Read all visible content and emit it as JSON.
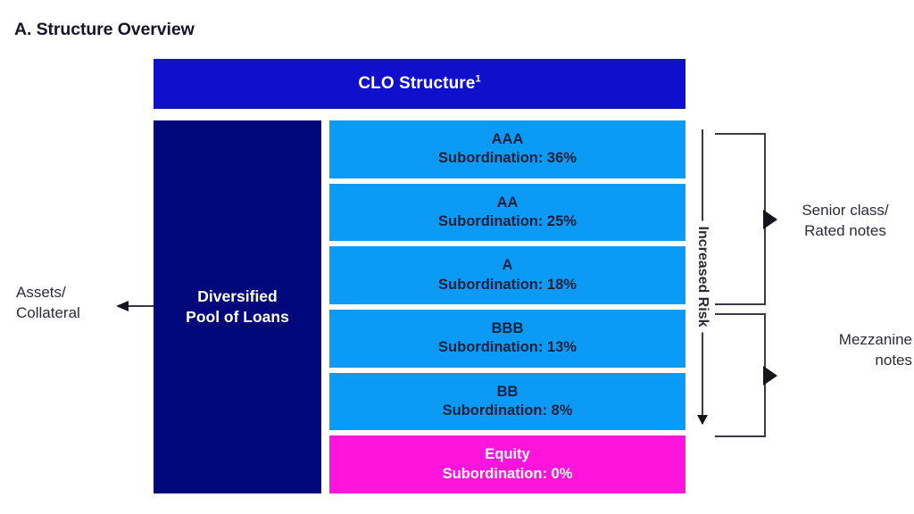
{
  "page": {
    "title": "A. Structure Overview",
    "background_color": "#ffffff"
  },
  "colors": {
    "header_blue": "#1010cc",
    "collateral_navy": "#00077a",
    "rated_tranche_blue": "#0b9af5",
    "equity_magenta": "#ff14dc",
    "text_dark": "#2b2b3a",
    "line_gray": "#3a3a46"
  },
  "diagram": {
    "header": {
      "label": "CLO Structure",
      "footnote_marker": "1"
    },
    "collateral": {
      "line1": "Diversified",
      "line2": "Pool of Loans"
    },
    "assets_label": {
      "line1": "Assets/",
      "line2": "Collateral",
      "arrow_icon": "arrow-left-icon"
    },
    "risk_axis": {
      "label": "Increased Risk",
      "arrow_icon": "arrow-down-icon",
      "direction": "down"
    },
    "tranches": [
      {
        "rating": "AAA",
        "subordination_label": "Subordination: 36%",
        "subordination_value": 36,
        "style": "rated"
      },
      {
        "rating": "AA",
        "subordination_label": "Subordination: 25%",
        "subordination_value": 25,
        "style": "rated"
      },
      {
        "rating": "A",
        "subordination_label": "Subordination: 18%",
        "subordination_value": 18,
        "style": "rated"
      },
      {
        "rating": "BBB",
        "subordination_label": "Subordination: 13%",
        "subordination_value": 13,
        "style": "rated"
      },
      {
        "rating": "BB",
        "subordination_label": "Subordination: 8%",
        "subordination_value": 8,
        "style": "rated"
      },
      {
        "rating": "Equity",
        "subordination_label": "Subordination: 0%",
        "subordination_value": 0,
        "style": "equity"
      }
    ],
    "groups": [
      {
        "name": "senior",
        "line1": "Senior class/",
        "line2": "Rated notes",
        "covers": [
          "AAA",
          "AA",
          "A"
        ],
        "bracket_icon": "bracket-arrow-icon"
      },
      {
        "name": "mezzanine",
        "line1": "Mezzanine",
        "line2": "notes",
        "covers": [
          "BBB",
          "BB"
        ],
        "bracket_icon": "bracket-arrow-icon"
      }
    ]
  }
}
